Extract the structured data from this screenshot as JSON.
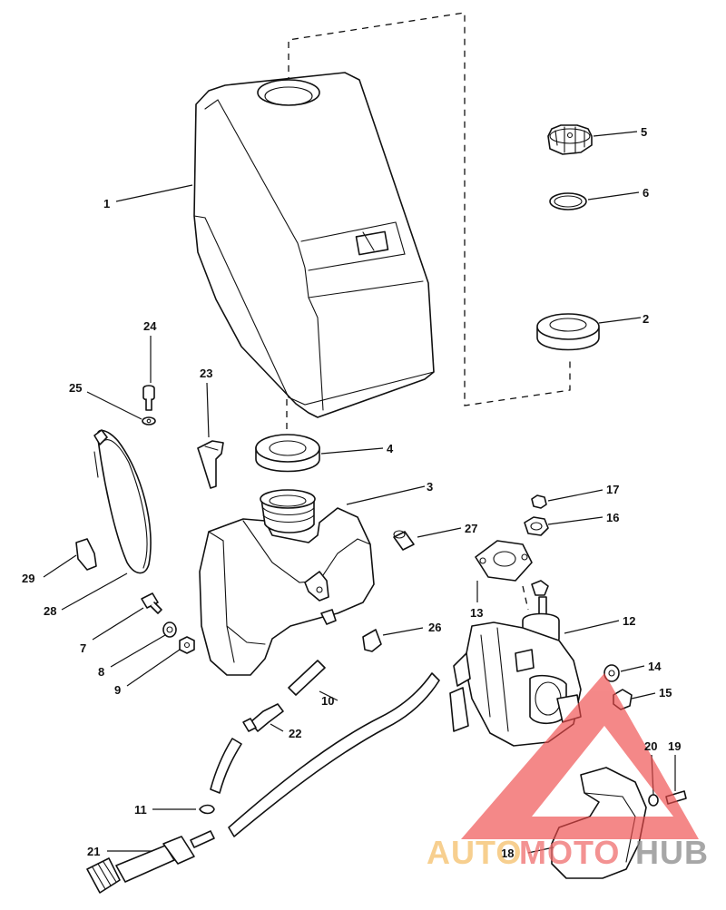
{
  "callouts": [
    {
      "id": "1",
      "label": "1"
    },
    {
      "id": "2",
      "label": "2"
    },
    {
      "id": "3",
      "label": "3"
    },
    {
      "id": "4",
      "label": "4"
    },
    {
      "id": "5",
      "label": "5"
    },
    {
      "id": "6",
      "label": "6"
    },
    {
      "id": "7",
      "label": "7"
    },
    {
      "id": "8",
      "label": "8"
    },
    {
      "id": "9",
      "label": "9"
    },
    {
      "id": "10",
      "label": "10"
    },
    {
      "id": "11",
      "label": "11"
    },
    {
      "id": "12",
      "label": "12"
    },
    {
      "id": "13",
      "label": "13"
    },
    {
      "id": "14",
      "label": "14"
    },
    {
      "id": "15",
      "label": "15"
    },
    {
      "id": "16",
      "label": "16"
    },
    {
      "id": "17",
      "label": "17"
    },
    {
      "id": "18",
      "label": "18"
    },
    {
      "id": "19",
      "label": "19"
    },
    {
      "id": "20",
      "label": "20"
    },
    {
      "id": "21",
      "label": "21"
    },
    {
      "id": "22",
      "label": "22"
    },
    {
      "id": "23",
      "label": "23"
    },
    {
      "id": "24",
      "label": "24"
    },
    {
      "id": "25",
      "label": "25"
    },
    {
      "id": "26",
      "label": "26"
    },
    {
      "id": "27",
      "label": "27"
    },
    {
      "id": "28",
      "label": "28"
    },
    {
      "id": "29",
      "label": "29"
    }
  ],
  "watermark": {
    "part1": "AUTO",
    "part2": "MOTO",
    "part3": "HUB",
    "colors": {
      "auto": "#f5c06a",
      "moto": "#ef6e6e",
      "hub": "#8a8a8a",
      "triangle": "#ef4a4a"
    }
  }
}
